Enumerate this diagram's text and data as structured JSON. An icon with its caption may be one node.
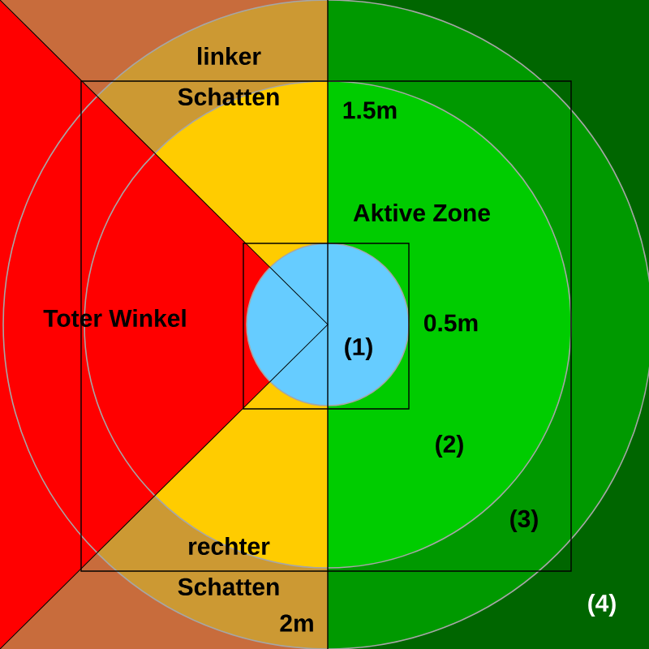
{
  "diagram": {
    "labels": [
      "linker Schatten",
      "1.5m",
      "Aktive Zone",
      "Toter Winkel",
      "0.5m",
      "(1)",
      "(2)",
      "(3)",
      "rechter Schatten",
      "2m",
      "(4)"
    ]
  }
}
